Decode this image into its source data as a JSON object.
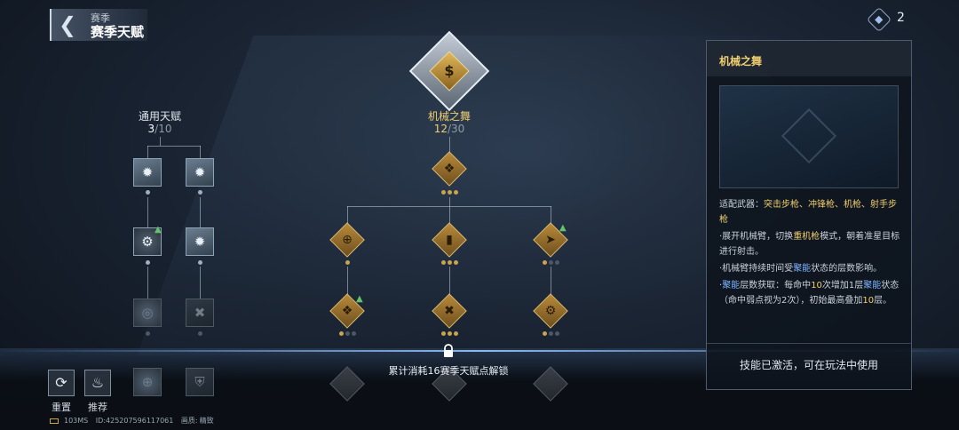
{
  "header": {
    "crumb": "赛季",
    "title": "赛季天赋",
    "back_icon": "chevron-left-icon"
  },
  "currency": {
    "icon": "talent-point-icon",
    "value": "2"
  },
  "trees": {
    "general": {
      "label": "通用天赋",
      "current": "3",
      "max": "/10"
    },
    "mech": {
      "label": "机械之舞",
      "current": "12",
      "max": "/30"
    }
  },
  "lock": {
    "text": "累计消耗16赛季天赋点解锁",
    "icon": "lock-icon"
  },
  "buttons": {
    "reset": "重置",
    "recommend": "推荐"
  },
  "status_bar": {
    "ping": "103MS",
    "id": "ID:4252075961170​61",
    "quality_label": "画质:",
    "quality_value": "精致"
  },
  "panel": {
    "title": "机械之舞",
    "weapons_label": "适配武器：",
    "weapons": "突击步枪、冲锋枪、机枪、射手步枪",
    "line1_a": "·展开机械臂，切换",
    "line1_b": "重机枪",
    "line1_c": "模式，朝着准星目标进行射击。",
    "line2_a": "·机械臂持续时间受",
    "line2_b": "聚能",
    "line2_c": "状态的层数影响。",
    "line3_a": "聚能",
    "line3_b": "层数获取：每命中",
    "line3_c": "10",
    "line3_d": "次增加1层",
    "line3_e": "聚能",
    "line3_f": "状态（命中弱点视为2次），初始最高叠加",
    "line3_g": "10",
    "line3_h": "层。",
    "status": "技能已激活，可在玩法中使用"
  },
  "colors": {
    "gold": "#f1cf6e",
    "blue": "#7fb3ff",
    "upgrade_green": "#62c36b"
  }
}
